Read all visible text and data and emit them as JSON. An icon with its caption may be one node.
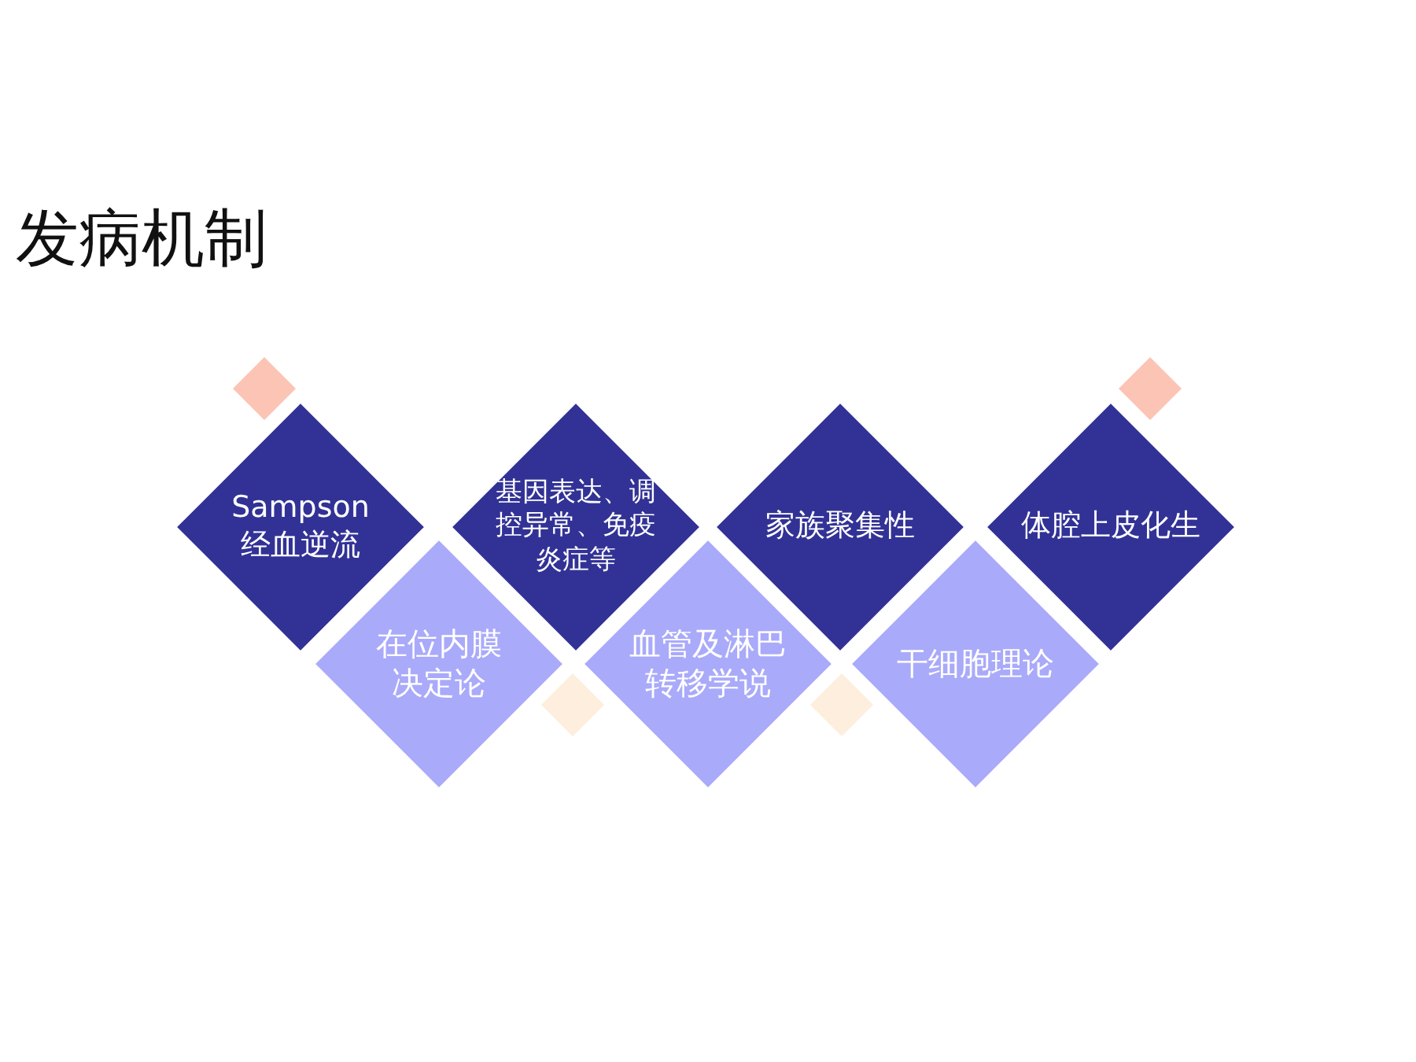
{
  "diagram": {
    "title": "发病机制",
    "nodes": [
      {
        "text": [
          "Sampson 经血逆流"
        ]
      },
      {
        "text": [
          "基因表达、调控异常、免疫炎症等"
        ]
      },
      {
        "text": [
          "家族聚集性"
        ]
      },
      {
        "text": [
          "体腔上皮化生"
        ]
      },
      {
        "text": [
          "在位内膜决定论"
        ]
      },
      {
        "text": [
          "血管及淋巴转移学说"
        ]
      },
      {
        "text": [
          "干细胞理论"
        ]
      }
    ]
  }
}
